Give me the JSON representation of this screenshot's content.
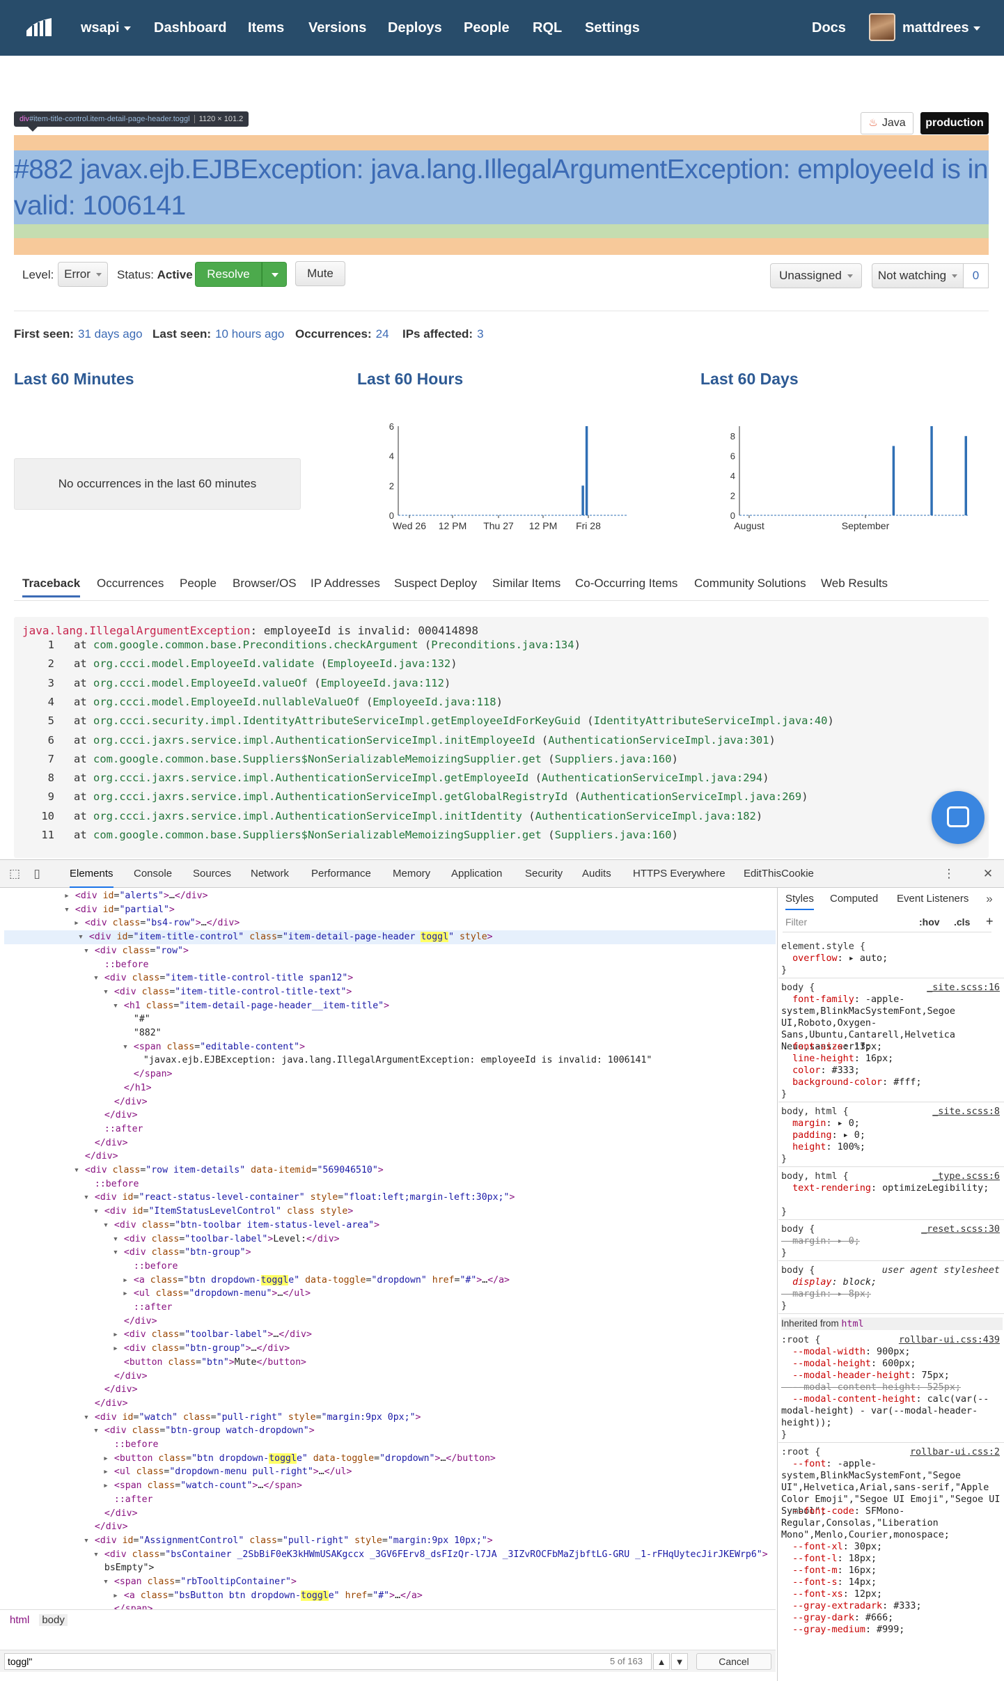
{
  "nav": {
    "project": "wsapi",
    "links": [
      "Dashboard",
      "Items",
      "Versions",
      "Deploys",
      "People",
      "RQL",
      "Settings"
    ],
    "docs": "Docs",
    "user": "mattdrees"
  },
  "item": {
    "inspector_tag": "div",
    "inspector_selector": "#item-title-control.item-detail-page-header.toggl",
    "inspector_size": "1120 × 101.2",
    "language": "Java",
    "environment": "production",
    "title": "#882 javax.ejb.EJBException: java.lang.IllegalArgumentException: employeeId is invalid: 1006141"
  },
  "controls": {
    "level_label": "Level:",
    "level_value": "Error",
    "status_label": "Status:",
    "status_value": "Active",
    "resolve": "Resolve",
    "mute": "Mute",
    "assignee": "Unassigned",
    "watch": "Not watching",
    "watch_count": "0"
  },
  "stats": {
    "first_seen_label": "First seen:",
    "first_seen": "31 days ago",
    "last_seen_label": "Last seen:",
    "last_seen": "10 hours ago",
    "occurrences_label": "Occurrences:",
    "occurrences": "24",
    "ips_label": "IPs affected:",
    "ips": "3"
  },
  "graphs": {
    "minutes_title": "Last 60 Minutes",
    "minutes_empty": "No occurrences in the last 60 minutes",
    "hours_title": "Last 60 Hours",
    "days_title": "Last 60 Days"
  },
  "chart_data": [
    {
      "type": "bar",
      "title": "Last 60 Hours",
      "x_tick_labels": [
        "Wed 26",
        "12 PM",
        "Thu 27",
        "12 PM",
        "Fri 28"
      ],
      "y_ticks": [
        0,
        2,
        4,
        6
      ],
      "ylim": [
        0,
        6
      ],
      "bar_count": 60,
      "values": [
        0,
        0,
        0,
        0,
        0,
        0,
        0,
        0,
        0,
        0,
        0,
        0,
        0,
        0,
        0,
        0,
        0,
        0,
        0,
        0,
        0,
        0,
        0,
        0,
        0,
        0,
        0,
        0,
        0,
        0,
        0,
        0,
        0,
        0,
        0,
        0,
        0,
        0,
        0,
        0,
        0,
        0,
        0,
        0,
        0,
        0,
        0,
        0,
        2,
        6,
        0,
        0,
        0,
        0,
        0,
        0,
        0,
        0,
        0,
        0
      ],
      "color": "#2f6fb5"
    },
    {
      "type": "bar",
      "title": "Last 60 Days",
      "x_tick_labels": [
        "August",
        "September"
      ],
      "y_ticks": [
        0,
        2,
        4,
        6,
        8
      ],
      "ylim": [
        0,
        9
      ],
      "bar_count": 60,
      "values": [
        0,
        0,
        0,
        0,
        0,
        0,
        0,
        0,
        0,
        0,
        0,
        0,
        0,
        0,
        0,
        0,
        0,
        0,
        0,
        0,
        0,
        0,
        0,
        0,
        0,
        0,
        0,
        0,
        0,
        0,
        0,
        0,
        0,
        0,
        0,
        0,
        0,
        0,
        0,
        0,
        7,
        0,
        0,
        0,
        0,
        0,
        0,
        0,
        0,
        0,
        9,
        0,
        0,
        0,
        0,
        0,
        0,
        0,
        0,
        8
      ],
      "color": "#2f6fb5"
    }
  ],
  "tabs": [
    "Traceback",
    "Occurrences",
    "People",
    "Browser/OS",
    "IP Addresses",
    "Suspect Deploy",
    "Similar Items",
    "Co-Occurring Items",
    "Community Solutions",
    "Web Results"
  ],
  "traceback": {
    "exception": "java.lang.IllegalArgumentException",
    "message": ": employeeId is invalid: 000414898",
    "frames": [
      {
        "n": "1",
        "fn": "com.google.common.base.Preconditions.checkArgument",
        "file": "Preconditions.java:134"
      },
      {
        "n": "2",
        "fn": "org.ccci.model.EmployeeId.validate",
        "file": "EmployeeId.java:132"
      },
      {
        "n": "3",
        "fn": "org.ccci.model.EmployeeId.valueOf",
        "file": "EmployeeId.java:112"
      },
      {
        "n": "4",
        "fn": "org.ccci.model.EmployeeId.nullableValueOf",
        "file": "EmployeeId.java:118"
      },
      {
        "n": "5",
        "fn": "org.ccci.security.impl.IdentityAttributeServiceImpl.getEmployeeIdForKeyGuid",
        "file": "IdentityAttributeServiceImpl.java:40"
      },
      {
        "n": "6",
        "fn": "org.ccci.jaxrs.service.impl.AuthenticationServiceImpl.initEmployeeId",
        "file": "AuthenticationServiceImpl.java:301"
      },
      {
        "n": "7",
        "fn": "com.google.common.base.Suppliers$NonSerializableMemoizingSupplier.get",
        "file": "Suppliers.java:160"
      },
      {
        "n": "8",
        "fn": "org.ccci.jaxrs.service.impl.AuthenticationServiceImpl.getEmployeeId",
        "file": "AuthenticationServiceImpl.java:294"
      },
      {
        "n": "9",
        "fn": "org.ccci.jaxrs.service.impl.AuthenticationServiceImpl.getGlobalRegistryId",
        "file": "AuthenticationServiceImpl.java:269"
      },
      {
        "n": "10",
        "fn": "org.ccci.jaxrs.service.impl.AuthenticationServiceImpl.initIdentity",
        "file": "AuthenticationServiceImpl.java:182"
      },
      {
        "n": "11",
        "fn": "com.google.common.base.Suppliers$NonSerializableMemoizingSupplier.get",
        "file": "Suppliers.java:160"
      }
    ]
  },
  "devtools": {
    "tabs": [
      "Elements",
      "Console",
      "Sources",
      "Network",
      "Performance",
      "Memory",
      "Application",
      "Security",
      "Audits",
      "HTTPS Everywhere",
      "EditThisCookie"
    ],
    "styles_tabs": [
      "Styles",
      "Computed",
      "Event Listeners"
    ],
    "filter_placeholder": "Filter",
    "hov": ":hov",
    "cls": ".cls",
    "crumbs": [
      "html",
      "body"
    ],
    "search_value": "toggl\"",
    "search_count": "5 of 163",
    "cancel": "Cancel",
    "inherited_label": "Inherited from",
    "inherited_tag": "html",
    "dom_lines": [
      [
        3,
        "<div id=\"alerts\">…</div>"
      ],
      [
        3,
        "<div id=\"partial\">"
      ],
      [
        4,
        "<div class=\"bs4-row\">…</div>"
      ],
      [
        4,
        "<div id=\"item-title-control\" class=\"item-detail-page-header toggl\" style>"
      ],
      [
        5,
        "<div class=\"row\">"
      ],
      [
        6,
        "::before"
      ],
      [
        6,
        "<div class=\"item-title-control-title span12\">"
      ],
      [
        7,
        "<div class=\"item-title-control-title-text\">"
      ],
      [
        8,
        "<h1 class=\"item-detail-page-header__item-title\">"
      ],
      [
        9,
        "\"#\""
      ],
      [
        9,
        "\"882\""
      ],
      [
        9,
        "<span class=\"editable-content\">"
      ],
      [
        10,
        "\"javax.ejb.EJBException: java.lang.IllegalArgumentException: employeeId is invalid: 1006141\""
      ],
      [
        9,
        "</span>"
      ],
      [
        8,
        "</h1>"
      ],
      [
        7,
        "</div>"
      ],
      [
        6,
        "</div>"
      ],
      [
        6,
        "::after"
      ],
      [
        5,
        "</div>"
      ],
      [
        4,
        "</div>"
      ],
      [
        4,
        "<div class=\"row item-details\" data-itemid=\"569046510\">"
      ],
      [
        5,
        "::before"
      ],
      [
        5,
        "<div id=\"react-status-level-container\" style=\"float:left;margin-left:30px;\">"
      ],
      [
        6,
        "<div id=\"ItemStatusLevelControl\" class style>"
      ],
      [
        7,
        "<div class=\"btn-toolbar item-status-level-area\">"
      ],
      [
        8,
        "<div class=\"toolbar-label\">Level:</div>"
      ],
      [
        8,
        "<div class=\"btn-group\">"
      ],
      [
        9,
        "::before"
      ],
      [
        9,
        "<a class=\"btn dropdown-toggle\" data-toggle=\"dropdown\" href=\"#\">…</a>"
      ],
      [
        9,
        "<ul class=\"dropdown-menu\">…</ul>"
      ],
      [
        9,
        "::after"
      ],
      [
        8,
        "</div>"
      ],
      [
        8,
        "<div class=\"toolbar-label\">…</div>"
      ],
      [
        8,
        "<div class=\"btn-group\">…</div>"
      ],
      [
        8,
        "<button class=\"btn\">Mute</button>"
      ],
      [
        7,
        "</div>"
      ],
      [
        6,
        "</div>"
      ],
      [
        5,
        "</div>"
      ],
      [
        5,
        "<div id=\"watch\" class=\"pull-right\" style=\"margin:9px 0px;\">"
      ],
      [
        6,
        "<div class=\"btn-group watch-dropdown\">"
      ],
      [
        7,
        "::before"
      ],
      [
        7,
        "<button class=\"btn dropdown-toggle\" data-toggle=\"dropdown\">…</button>"
      ],
      [
        7,
        "<ul class=\"dropdown-menu pull-right\">…</ul>"
      ],
      [
        7,
        "<span class=\"watch-count\">…</span>"
      ],
      [
        7,
        "::after"
      ],
      [
        6,
        "</div>"
      ],
      [
        5,
        "</div>"
      ],
      [
        5,
        "<div id=\"AssignmentControl\" class=\"pull-right\" style=\"margin:9px 10px;\">"
      ],
      [
        6,
        "<div class=\"bsContainer _2SbBiF0eK3kHWmUSAKgccx _3GV6FErv8_dsFIzQr-l7JA _3IZvROCFbMaZjbftLG-GRU _1-rFHqUytecJirJKEWrp6\">"
      ],
      [
        6,
        "bsEmpty\">"
      ],
      [
        7,
        "<span class=\"rbTooltipContainer\">"
      ],
      [
        8,
        "<a class=\"bsButton btn dropdown-toggle\" href=\"#\">…</a>"
      ],
      [
        7,
        "</span>"
      ]
    ],
    "style_rules": [
      [
        "element.style {",
        ""
      ],
      [
        "  overflow: ▸ auto;",
        ""
      ],
      [
        "}",
        ""
      ],
      [
        "body {",
        "_site.scss:16"
      ],
      [
        "  font-family: -apple-system,BlinkMacSystemFont,Segoe UI,Roboto,Oxygen-Sans,Ubuntu,Cantarell,Helvetica Neue,sans-serif;",
        ""
      ],
      [
        "  font-size: 13px;",
        ""
      ],
      [
        "  line-height: 16px;",
        ""
      ],
      [
        "  color: #333;",
        ""
      ],
      [
        "  background-color: #fff;",
        ""
      ],
      [
        "}",
        ""
      ],
      [
        "body, html {",
        "_site.scss:8"
      ],
      [
        "  margin: ▸ 0;",
        ""
      ],
      [
        "  padding: ▸ 0;",
        ""
      ],
      [
        "  height: 100%;",
        ""
      ],
      [
        "}",
        ""
      ],
      [
        "body, html {",
        "_type.scss:6"
      ],
      [
        "  text-rendering: optimizeLegibility;",
        ""
      ],
      [
        "}",
        ""
      ],
      [
        "body {",
        "_reset.scss:30"
      ],
      [
        "  margin: ▸ 0;",
        ""
      ],
      [
        "}",
        ""
      ],
      [
        "body {",
        "user agent stylesheet"
      ],
      [
        "  display: block;",
        ""
      ],
      [
        "  margin: ▸ 8px;",
        ""
      ],
      [
        "}",
        ""
      ],
      [
        ":root {",
        "rollbar-ui.css:439"
      ],
      [
        "  --modal-width: 900px;",
        ""
      ],
      [
        "  --modal-height: 600px;",
        ""
      ],
      [
        "  --modal-header-height: 75px;",
        ""
      ],
      [
        "  --modal-content-height: 525px;",
        ""
      ],
      [
        "  --modal-content-height: calc(var(--modal-height) - var(--modal-header-height));",
        ""
      ],
      [
        "}",
        ""
      ],
      [
        ":root {",
        "rollbar-ui.css:2"
      ],
      [
        "  --font: -apple-system,BlinkMacSystemFont,\"Segoe UI\",Helvetica,Arial,sans-serif,\"Apple Color Emoji\",\"Segoe UI Emoji\",\"Segoe UI Symbol\";",
        ""
      ],
      [
        "  --font-code: SFMono-Regular,Consolas,\"Liberation Mono\",Menlo,Courier,monospace;",
        ""
      ],
      [
        "  --font-xl: 30px;",
        ""
      ],
      [
        "  --font-l: 18px;",
        ""
      ],
      [
        "  --font-m: 16px;",
        ""
      ],
      [
        "  --font-s: 14px;",
        ""
      ],
      [
        "  --font-xs: 12px;",
        ""
      ],
      [
        "  --gray-extradark: #333;",
        ""
      ],
      [
        "  --gray-dark: #666;",
        ""
      ],
      [
        "  --gray-medium: #999;",
        ""
      ]
    ]
  }
}
